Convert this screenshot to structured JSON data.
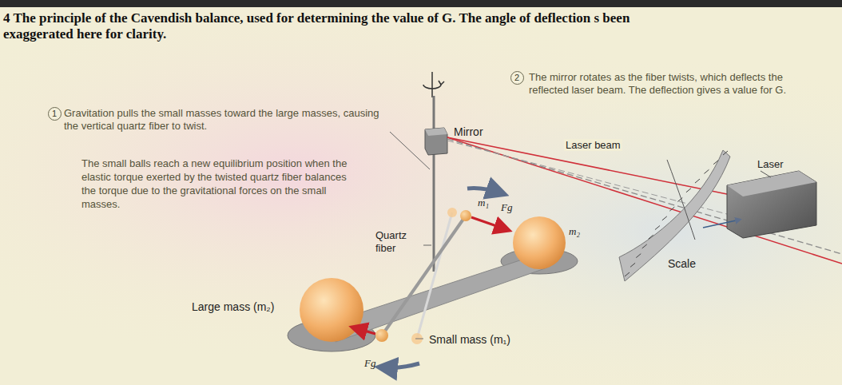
{
  "diagram": {
    "title": "4 The principle of the Cavendish balance, used for determining the value of G. The angle of deflection s been exaggerated here for clarity.",
    "nodes": [
      {
        "text": [
          "1"
        ]
      },
      {
        "text": [
          "2"
        ]
      }
    ],
    "labels": [
      "Gravitation pulls the small masses toward the large masses, causing the vertical quartz fiber to twist.",
      "The small balls reach a new equilibrium position when the elastic torque exerted by the twisted quartz fiber balances the torque due to the gravitational forces on the small masses.",
      "The mirror rotates as the fiber twists, which deflects the reflected laser beam. The deflection gives a value for G.",
      "Mirror",
      "Laser beam",
      "Laser",
      "m₁",
      "Fg",
      "m₂",
      "Quartz fiber",
      "Scale",
      "Large mass (m₂)",
      "Fg",
      "Small mass (m₁)"
    ]
  }
}
